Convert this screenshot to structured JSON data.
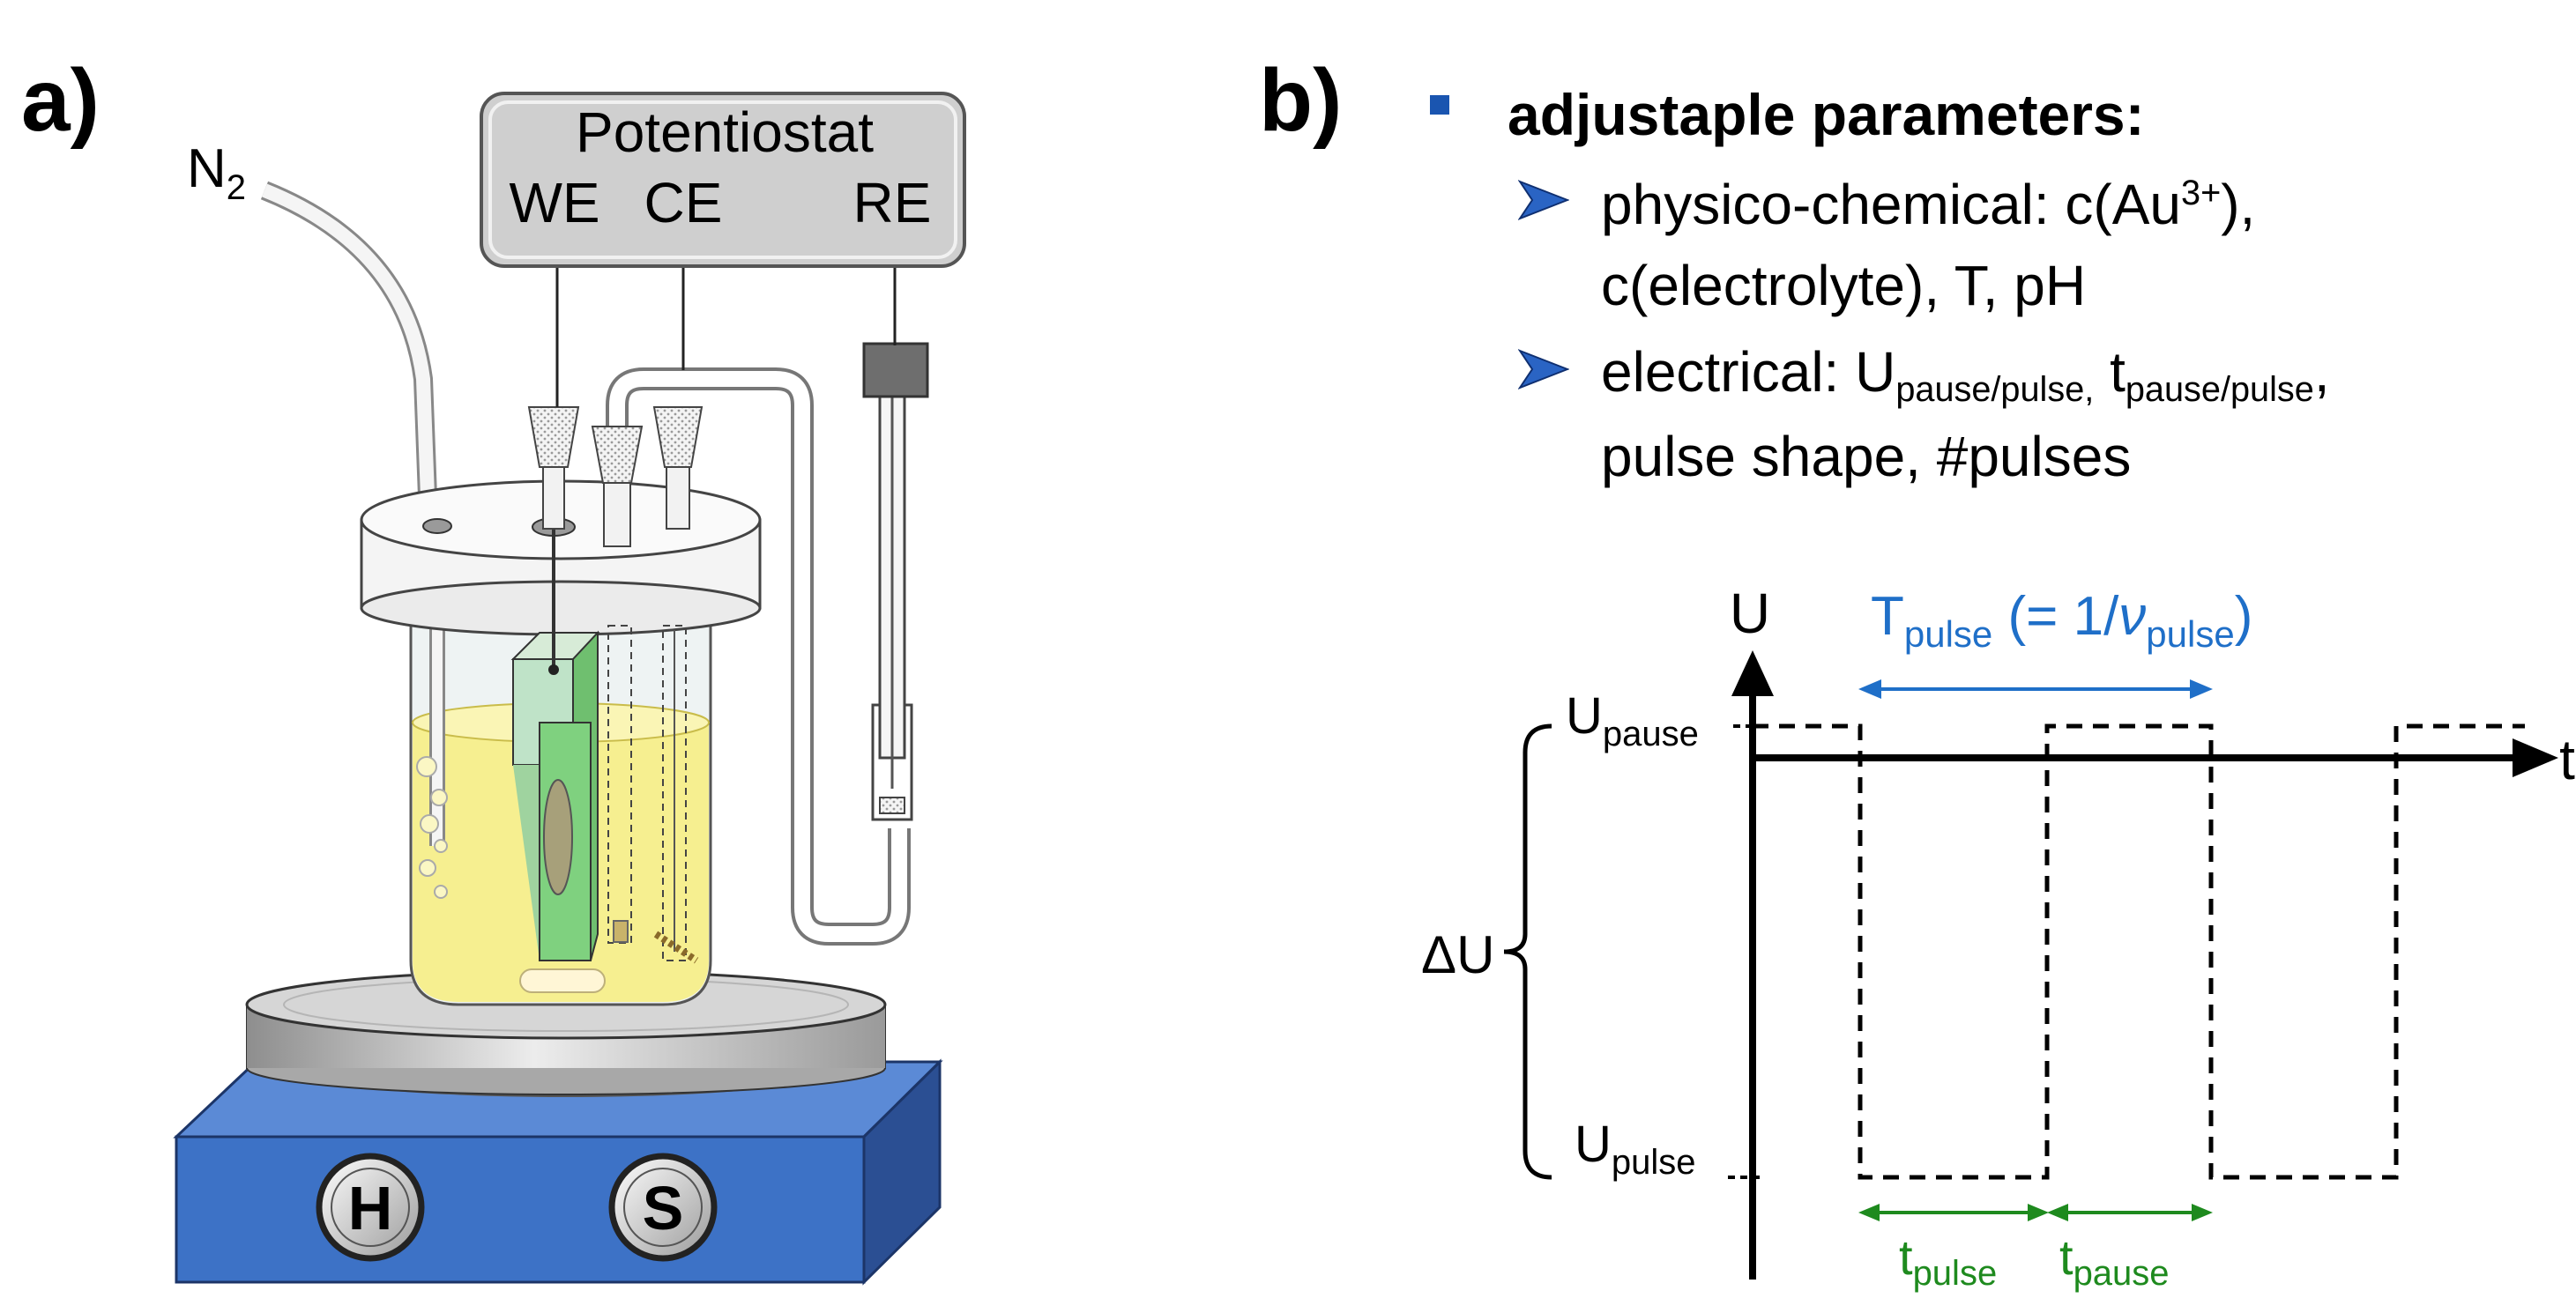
{
  "panel_a": {
    "label": "a)",
    "gas": {
      "text": "N",
      "sub": "2"
    },
    "potentiostat": {
      "title": "Potentiostat",
      "terminals": [
        "WE",
        "CE",
        "RE"
      ]
    },
    "stirrer": {
      "heater_label": "H",
      "stirrer_label": "S"
    },
    "colors": {
      "electrolyte": "#f6ee8a",
      "stirrer_base": "#3d72c6",
      "potentiostat_box": "#cfcfcf",
      "electrode": "#7fd17f"
    }
  },
  "panel_b": {
    "label": "b)",
    "heading": "adjustaple parameters:",
    "items": [
      {
        "line1_pre": "physico-chemical: c(Au",
        "line1_sup": "3+",
        "line1_post": "),",
        "line2": "c(electrolyte), T, pH"
      },
      {
        "line1_pre": "electrical: U",
        "line1_sub1": "pause/pulse,",
        "line1_mid": " t",
        "line1_sub2": "pause/pulse",
        "line1_post": ",",
        "line2": "pulse shape, #pulses"
      }
    ],
    "diagram": {
      "y_axis": "U",
      "x_axis": "t",
      "u_pause": {
        "base": "U",
        "sub": "pause"
      },
      "u_pulse": {
        "base": "U",
        "sub": "pulse"
      },
      "delta_u": "ΔU",
      "period": {
        "base": "T",
        "sub": "pulse",
        "mid": " (= 1/",
        "nu": "ν",
        "nu_sub": "pulse",
        "end": ")"
      },
      "t_pulse": {
        "base": "t",
        "sub": "pulse"
      },
      "t_pause": {
        "base": "t",
        "sub": "pause"
      },
      "colors": {
        "period": "#1f6fc8",
        "durations": "#1e8a1e",
        "waveform": "#000000"
      }
    }
  }
}
